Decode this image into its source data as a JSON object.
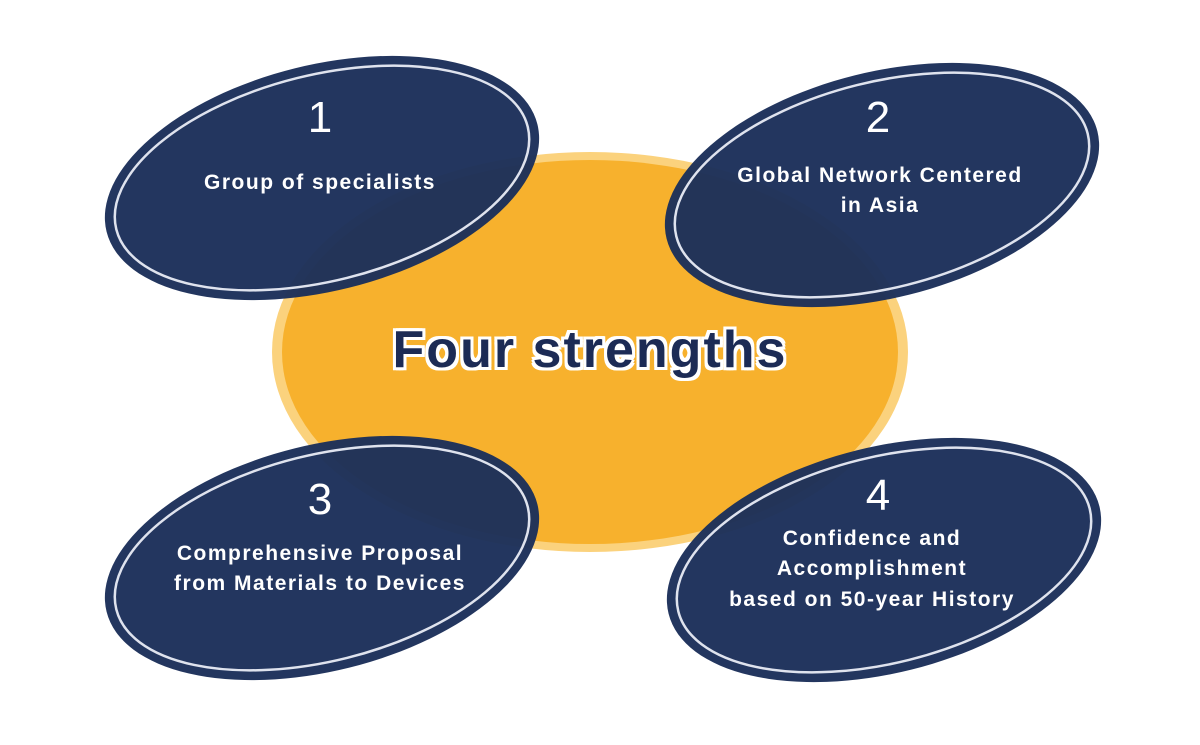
{
  "center": {
    "title": "Four strengths"
  },
  "strengths": [
    {
      "number": "1",
      "text": "Group of specialists"
    },
    {
      "number": "2",
      "text": "Global Network Centered\nin Asia"
    },
    {
      "number": "3",
      "text": "Comprehensive Proposal\nfrom Materials to Devices"
    },
    {
      "number": "4",
      "text": "Confidence and\nAccomplishment\nbased on 50-year History"
    }
  ],
  "colors": {
    "center_fill": "#f7b12d",
    "center_rim": "#fbd27d",
    "ellipse_fill": "#1c2f5a",
    "ellipse_border": "#ffffff",
    "title_text": "#1c2b55"
  }
}
